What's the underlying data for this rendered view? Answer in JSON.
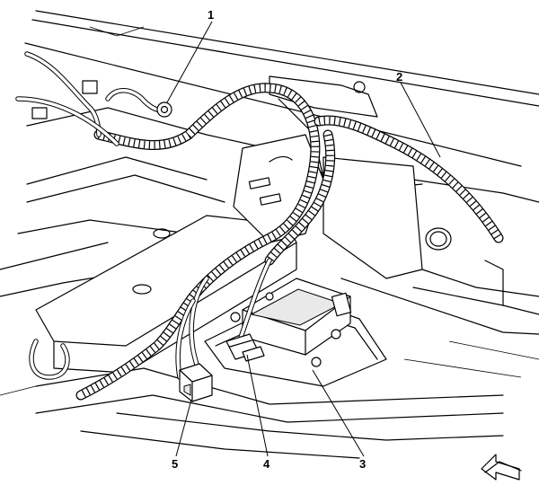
{
  "figure": {
    "callouts": [
      {
        "id": "1",
        "label": "1"
      },
      {
        "id": "2",
        "label": "2"
      },
      {
        "id": "3",
        "label": "3"
      },
      {
        "id": "4",
        "label": "4"
      },
      {
        "id": "5",
        "label": "5"
      }
    ],
    "direction_arrow": "front-direction-arrow-icon"
  }
}
